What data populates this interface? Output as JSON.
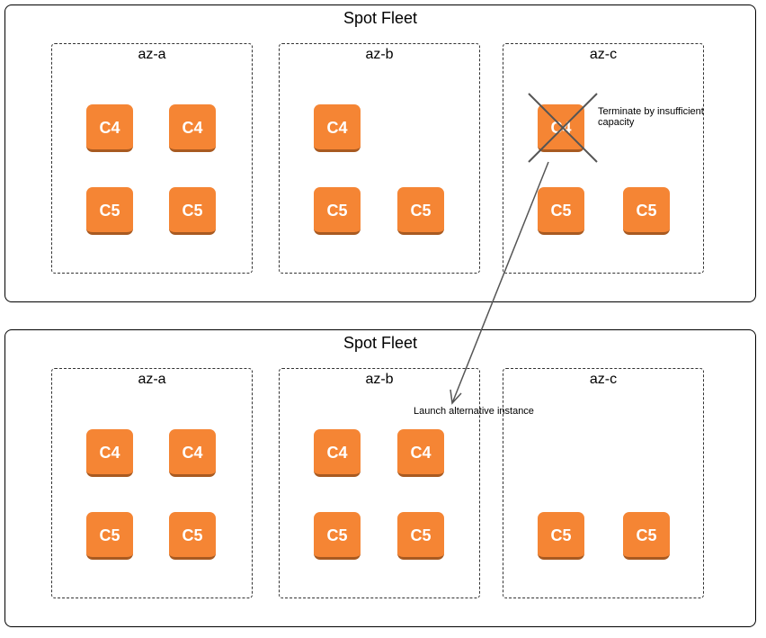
{
  "diagram": {
    "before": {
      "title": "Spot Fleet",
      "zones": [
        {
          "label": "az-a",
          "instances": [
            "C4",
            "C4",
            "C5",
            "C5"
          ]
        },
        {
          "label": "az-b",
          "instances": [
            "C4",
            "C5",
            "C5"
          ]
        },
        {
          "label": "az-c",
          "instances": [
            "C4",
            "C5",
            "C5"
          ]
        }
      ],
      "terminated_note": "Terminate by insufficient capacity"
    },
    "after": {
      "title": "Spot Fleet",
      "zones": [
        {
          "label": "az-a",
          "instances": [
            "C4",
            "C4",
            "C5",
            "C5"
          ]
        },
        {
          "label": "az-b",
          "instances": [
            "C4",
            "C4",
            "C5",
            "C5"
          ]
        },
        {
          "label": "az-c",
          "instances": [
            "C5",
            "C5"
          ]
        }
      ],
      "launch_note": "Launch alternative instance"
    },
    "colors": {
      "instance": "#f58534",
      "instance_shadow": "#a85a21",
      "cross": "#555555",
      "arrow": "#555555"
    },
    "icons": {
      "terminated": "cross-mark-icon",
      "transition": "arrow-icon"
    }
  }
}
